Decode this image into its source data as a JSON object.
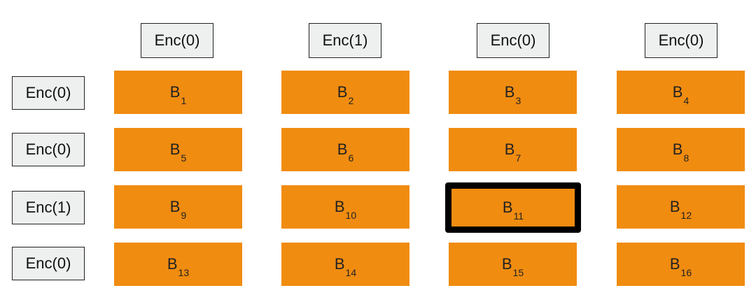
{
  "column_headers": [
    {
      "label": "Enc(0)"
    },
    {
      "label": "Enc(1)"
    },
    {
      "label": "Enc(0)"
    },
    {
      "label": "Enc(0)"
    }
  ],
  "row_headers": [
    {
      "label": "Enc(0)"
    },
    {
      "label": "Enc(0)"
    },
    {
      "label": "Enc(1)"
    },
    {
      "label": "Enc(0)"
    }
  ],
  "blocks": [
    {
      "letter": "B",
      "index": "1"
    },
    {
      "letter": "B",
      "index": "2"
    },
    {
      "letter": "B",
      "index": "3"
    },
    {
      "letter": "B",
      "index": "4"
    },
    {
      "letter": "B",
      "index": "5"
    },
    {
      "letter": "B",
      "index": "6"
    },
    {
      "letter": "B",
      "index": "7"
    },
    {
      "letter": "B",
      "index": "8"
    },
    {
      "letter": "B",
      "index": "9"
    },
    {
      "letter": "B",
      "index": "10"
    },
    {
      "letter": "B",
      "index": "11"
    },
    {
      "letter": "B",
      "index": "12"
    },
    {
      "letter": "B",
      "index": "13"
    },
    {
      "letter": "B",
      "index": "14"
    },
    {
      "letter": "B",
      "index": "15"
    },
    {
      "letter": "B",
      "index": "16"
    }
  ],
  "highlighted_block": "11",
  "colors": {
    "block": "#f08c10",
    "header_bg": "#eef0ef",
    "highlight_border": "#000000"
  }
}
